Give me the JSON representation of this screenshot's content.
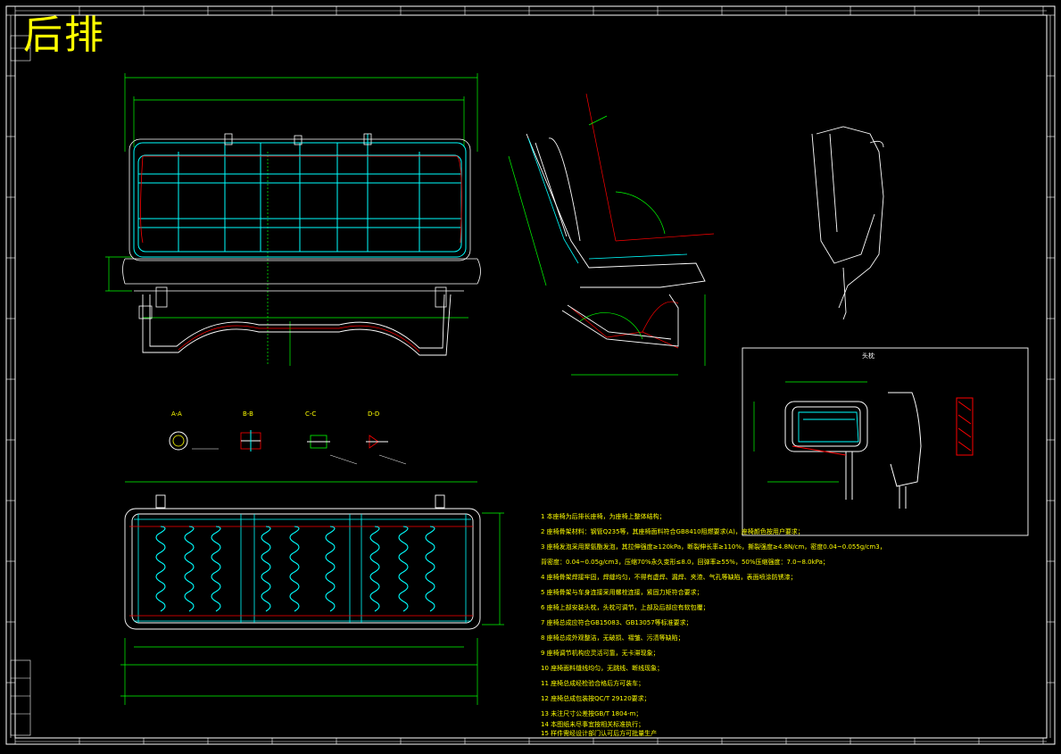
{
  "title": "后排",
  "headrest_caption": "头枕",
  "section_labels": [
    "A-A",
    "B-B",
    "C-C",
    "D-D"
  ],
  "notes": [
    "1 本座椅为后排长座椅，为座椅上整体结构；",
    "2 座椅骨架材料：钢管Q235等，其座椅面料符合GB8410阻燃要求(A)，座椅颜色按用户要求；",
    "3 座椅发泡采用聚氨酯发泡，其拉伸强度≥120kPa，断裂伸长率≥110%，撕裂强度≥4.8N/cm，密度0.04~0.055g/cm3，",
    "   背密度：0.04~0.05g/cm3，压缩70%永久变形≤8.0，回弹率≥55%，50%压缩强度：7.0~8.0kPa；",
    "4 座椅骨架焊接牢固，焊缝均匀，不得有虚焊、漏焊、夹渣、气孔等缺陷，表面喷涂防锈漆；",
    "5 座椅骨架与车身连接采用螺栓连接，紧固力矩符合要求；",
    "6 座椅上部安装头枕，头枕可调节，上部及后部应有软包覆；",
    "7 座椅总成应符合GB15083、GB13057等标准要求；",
    "8 座椅总成外观整洁，无破损、褶皱、污渍等缺陷；",
    "9 座椅调节机构应灵活可靠，无卡滞现象；",
    "10 座椅面料缝线均匀，无跳线、断线现象；",
    "11 座椅总成经检验合格后方可装车；",
    "12 座椅总成包装按QC/T 29120要求；",
    "13 未注尺寸公差按GB/T 1804-m；",
    "14 本图纸未尽事宜按相关标准执行；",
    "15 样件需经设计部门认可后方可批量生产"
  ],
  "colors": {
    "background": "#000000",
    "frame": "#ffffff",
    "dimension": "#00ff00",
    "seat": "#00ffff",
    "spring": "#00ffff",
    "text": "#ffff00",
    "accent": "#ff0000"
  }
}
